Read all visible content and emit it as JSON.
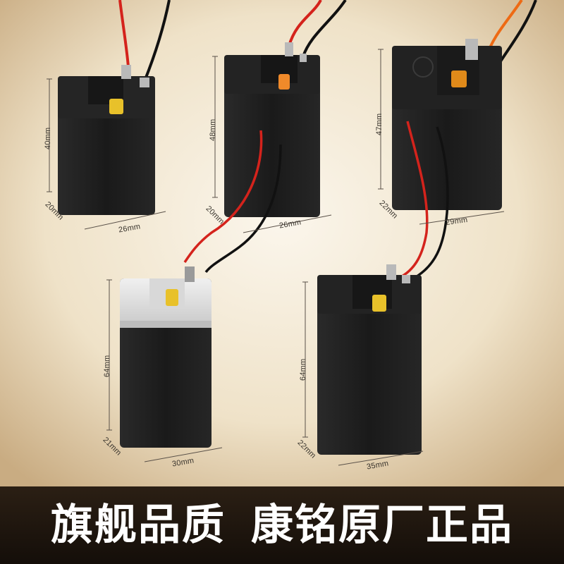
{
  "slogan": {
    "left": "旗舰品质",
    "right": "康铭原厂正品"
  },
  "batteries": [
    {
      "name": "battery-1",
      "height": "40mm",
      "depth": "20mm",
      "width": "26mm",
      "top_color": "#1d1d1d"
    },
    {
      "name": "battery-2",
      "height": "48mm",
      "depth": "20mm",
      "width": "26mm",
      "top_color": "#1d1d1d"
    },
    {
      "name": "battery-3",
      "height": "47mm",
      "depth": "22mm",
      "width": "29mm",
      "top_color": "#1d1d1d"
    },
    {
      "name": "battery-4",
      "height": "64mm",
      "depth": "21mm",
      "width": "30mm",
      "top_color": "#e3e3e3"
    },
    {
      "name": "battery-5",
      "height": "64mm",
      "depth": "22mm",
      "width": "35mm",
      "top_color": "#1d1d1d"
    }
  ],
  "colors": {
    "background": "#f1e7d6",
    "battery_body": "#1f1f1f",
    "red_wire": "#d4231c",
    "black_wire": "#111111",
    "terminal": "#e8c12a",
    "banner": "#1a120c",
    "text": "#ffffff"
  }
}
